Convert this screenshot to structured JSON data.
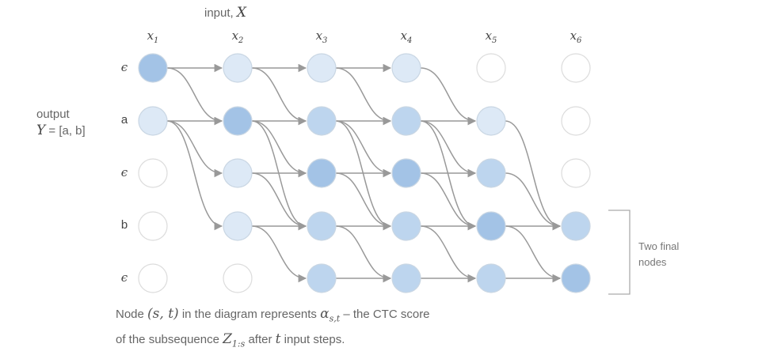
{
  "input_label": {
    "text": "input,",
    "symbol": "X"
  },
  "output_label": {
    "text": "output",
    "symbol": "Y",
    "equals": "= [a, b]"
  },
  "columns": [
    "x1",
    "x2",
    "x3",
    "x4",
    "x5",
    "x6"
  ],
  "column_display": [
    {
      "base": "x",
      "sub": "1"
    },
    {
      "base": "x",
      "sub": "2"
    },
    {
      "base": "x",
      "sub": "3"
    },
    {
      "base": "x",
      "sub": "4"
    },
    {
      "base": "x",
      "sub": "5"
    },
    {
      "base": "x",
      "sub": "6"
    }
  ],
  "rows": [
    "ϵ",
    "a",
    "ϵ",
    "b",
    "ϵ"
  ],
  "node_levels": [
    [
      3,
      1,
      0,
      0,
      0
    ],
    [
      1,
      3,
      1,
      1,
      0
    ],
    [
      1,
      2,
      3,
      2,
      2
    ],
    [
      1,
      2,
      3,
      2,
      2
    ],
    [
      0,
      1,
      2,
      3,
      2
    ],
    [
      0,
      0,
      0,
      2,
      3
    ]
  ],
  "level_colors": [
    "#ffffff",
    "#dde9f6",
    "#bdd5ee",
    "#a3c3e6",
    "#6fa5dc"
  ],
  "bracket_label": "Two final nodes",
  "caption": {
    "part1": "Node ",
    "node_symbol": "(s, t)",
    "part2": " in the diagram represents ",
    "alpha_symbol": "α",
    "alpha_sub": "s,t",
    "part3": " – the CTC score",
    "part4": "of the subsequence ",
    "z_symbol": "Z",
    "z_sub": "1:s",
    "part5": " after ",
    "t_symbol": "t",
    "part6": " input steps."
  }
}
